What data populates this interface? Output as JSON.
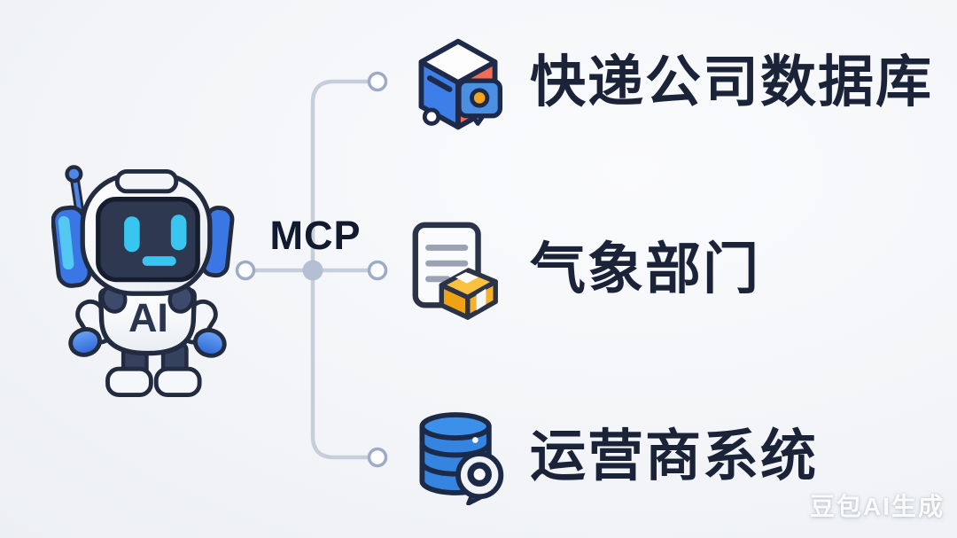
{
  "robot": {
    "chest_label": "AI"
  },
  "hub": {
    "label": "MCP"
  },
  "items": [
    {
      "label": "快递公司数据库",
      "icon": "package-box-icon"
    },
    {
      "label": "气象部门",
      "icon": "document-parcel-icon"
    },
    {
      "label": "运营商系统",
      "icon": "database-search-icon"
    }
  ],
  "watermark": {
    "label": "豆包AI生成"
  },
  "colors": {
    "label_text": "#1b2338",
    "hub_text": "#111a2e",
    "connector_line": "#c7cedb",
    "connector_node_fill": "#b4bfd3",
    "connector_node_stroke": "#9dacc4",
    "outline_navy": "#1d2a4a",
    "accent_blue": "#3b7ce8",
    "accent_coral": "#f26b56",
    "accent_amber": "#f5b32d",
    "accent_cyan": "#38c5f0",
    "robot_face": "#2e3850"
  }
}
